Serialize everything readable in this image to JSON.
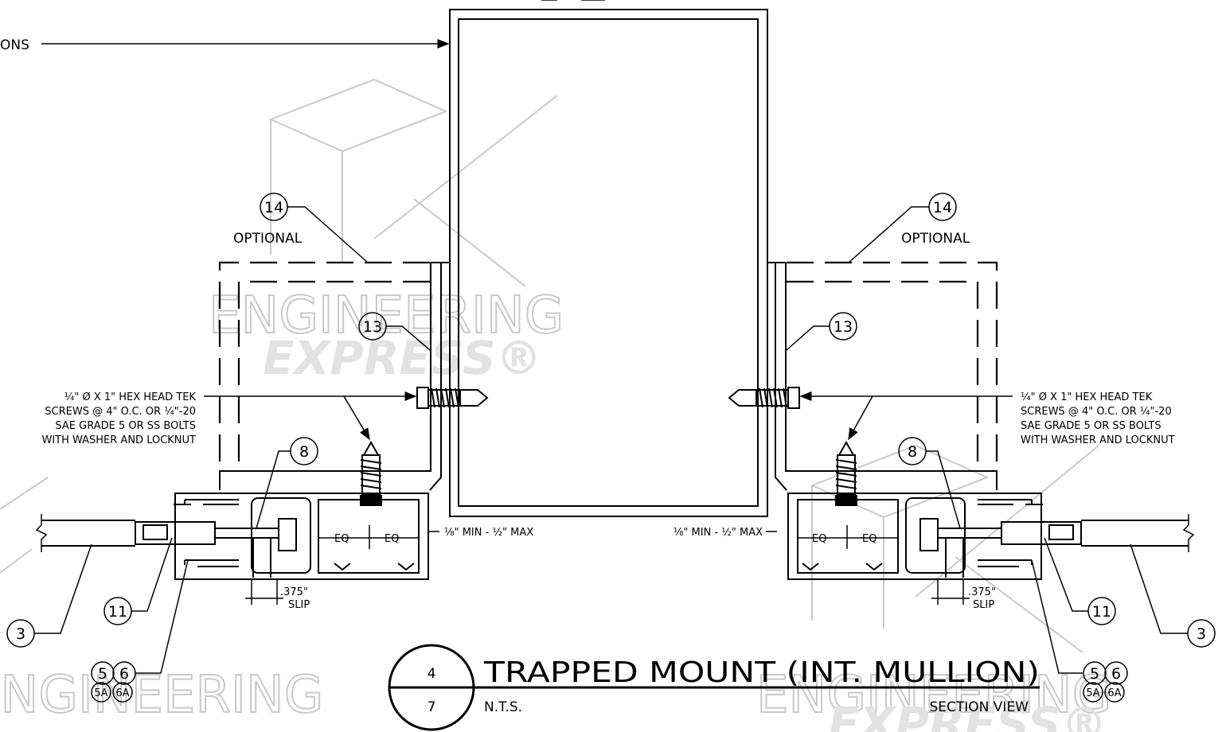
{
  "watermark": {
    "line1": "ENGINEERING",
    "line2": "EXPRESS®"
  },
  "callouts": {
    "left_note_partial": "ONS",
    "bubble_14": "14",
    "optional": "OPTIONAL",
    "bubble_13": "13",
    "bubble_8": "8",
    "bubble_11": "11",
    "bubble_3": "3",
    "bubble_5": "5",
    "bubble_6": "6",
    "bubble_5a": "5A",
    "bubble_6a": "6A"
  },
  "screw_note": {
    "line1": "¼\" Ø X 1\" HEX HEAD TEK",
    "line2": "SCREWS @ 4\" O.C. OR ¼\"-20",
    "line3": "SAE GRADE 5 OR SS BOLTS",
    "line4": "WITH WASHER AND LOCKNUT"
  },
  "dims": {
    "eq": "EQ",
    "gap": "⅛\" MIN - ½\" MAX",
    "slip_value": ".375\"",
    "slip_label": "SLIP"
  },
  "title_block": {
    "detail_number": "4",
    "sheet_number": "7",
    "title": "TRAPPED MOUNT (INT. MULLION)",
    "scale": "N.T.S.",
    "view": "SECTION VIEW"
  }
}
